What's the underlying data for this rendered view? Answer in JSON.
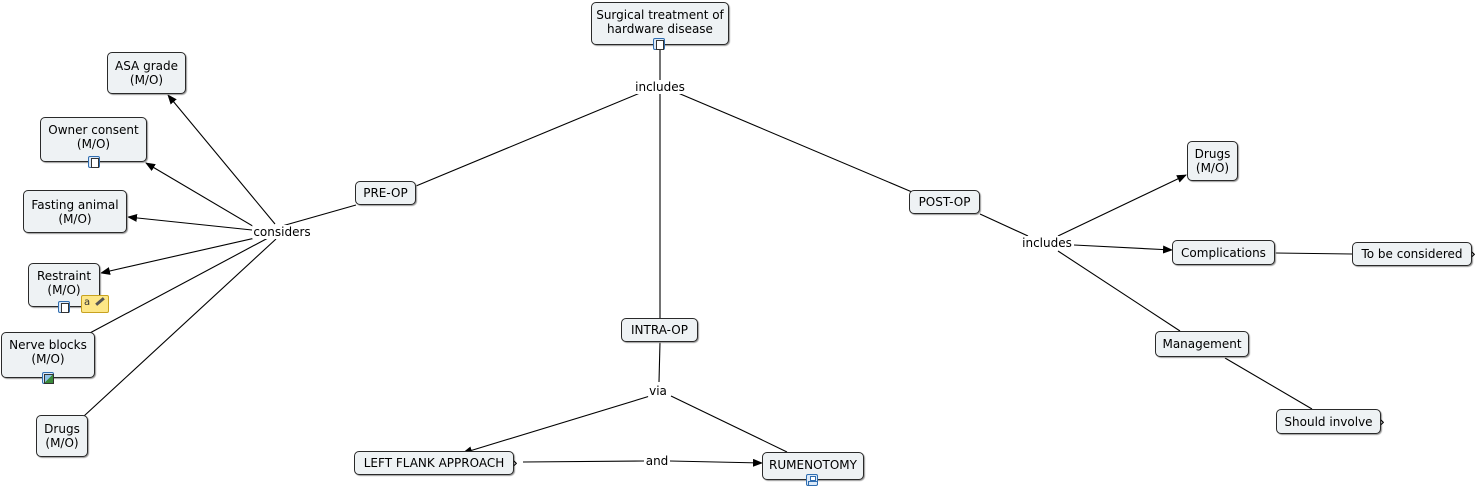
{
  "concepts": {
    "root": "Surgical treatment of hardware disease",
    "preop": "PRE-OP",
    "intraop": "INTRA-OP",
    "postop": "POST-OP",
    "asa": "ASA grade (M/O)",
    "owner": "Owner consent (M/O)",
    "fasting": "Fasting animal (M/O)",
    "restraint": "Restraint (M/O)",
    "nerve": "Nerve blocks (M/O)",
    "drugs_pre": "Drugs (M/O)",
    "leftflank": "LEFT FLANK APPROACH",
    "rumenotomy": "RUMENOTOMY",
    "drugs_post": "Drugs (M/O)",
    "complications": "Complications",
    "considered": "To be considered",
    "management": "Management",
    "involve": "Should involve"
  },
  "phrases": {
    "includes_top": "includes",
    "considers": "considers",
    "via": "via",
    "and": "and",
    "includes_post": "includes"
  },
  "icons": {
    "root": "document-resource-icon",
    "owner": "document-resource-icon",
    "restraint": "document-resource-icon",
    "restraint_note": "annotation-note-icon",
    "nerve": "image-resource-icon",
    "rumenotomy": "concept-map-resource-icon",
    "nested": "nested-node-expand-icon"
  },
  "colors": {
    "node_fill": "#eef2f4",
    "node_border": "#2a2a2a",
    "line": "#000000"
  }
}
